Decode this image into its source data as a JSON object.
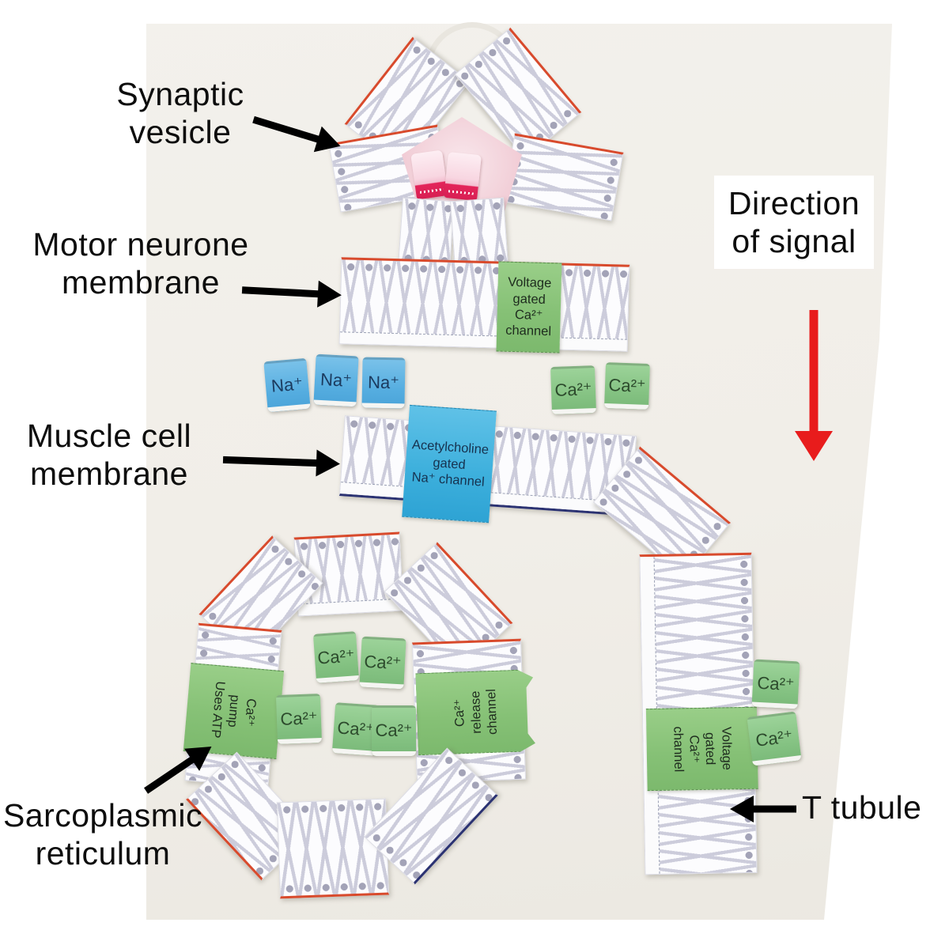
{
  "labels": {
    "synaptic_vesicle": {
      "line1": "Synaptic",
      "line2": "vesicle"
    },
    "motor_neurone": {
      "line1": "Motor neurone",
      "line2": "membrane"
    },
    "direction_of_signal": {
      "line1": "Direction",
      "line2": "of signal"
    },
    "muscle_cell": {
      "line1": "Muscle cell",
      "line2": "membrane"
    },
    "sarcoplasmic_reticulum": {
      "line1": "Sarcoplasmic",
      "line2": "reticulum"
    },
    "t_tubule": "T tubule"
  },
  "channels": {
    "voltage_gated_ca_motor": {
      "line1": "Voltage",
      "line2": "gated",
      "line3": "Ca²⁺",
      "line4": "channel"
    },
    "acetylcholine_gated_na": {
      "line1": "Acetylcholine",
      "line2": "gated",
      "line3": "Na⁺ channel"
    },
    "voltage_gated_ca_t_tubule": {
      "line1": "Voltage",
      "line2": "gated",
      "line3": "Ca²⁺",
      "line4": "channel"
    },
    "ca_pump": {
      "line1": "Ca²⁺",
      "line2": "pump",
      "line3": "Uses ATP"
    },
    "ca_release": {
      "line1": "Ca²⁺",
      "line2": "release",
      "line3": "channel"
    }
  },
  "ions": {
    "na": "Na⁺",
    "ca": "Ca²⁺",
    "na_token_count": 3,
    "ca_tokens_between_membranes": 2,
    "ca_tokens_in_sarcoplasmic_reticulum": 5,
    "ca_tokens_beside_t_tubule": 2
  },
  "colors": {
    "channel_green": "#8cc47c",
    "ion_green": "#84c282",
    "ion_blue": "#55ade0",
    "ach_channel_blue": "#3cafdc",
    "signal_arrow_red": "#e81c1c",
    "membrane_red_edge": "#d84a2c",
    "vesicle_interior_pink": "#f3d3db",
    "vesicle_token_red": "#e3255a",
    "label_black": "#0d0d0d",
    "photo_background": "#f1eee8"
  }
}
